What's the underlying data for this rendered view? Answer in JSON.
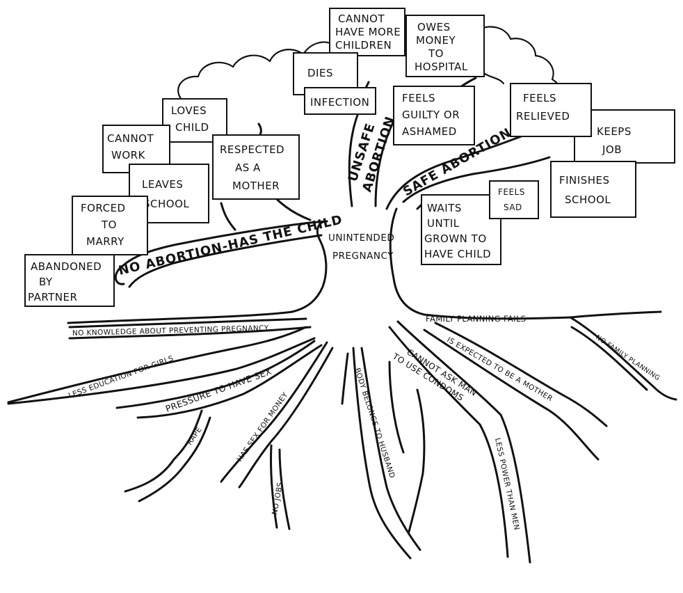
{
  "trunk": {
    "line1": "UNINTENDED",
    "line2": "PREGNANCY"
  },
  "branches": {
    "no_abortion": "NO ABORTION-HAS THE CHILD",
    "unsafe": {
      "line1": "UNSAFE",
      "line2": "ABORTION"
    },
    "safe": "SAFE ABORTION"
  },
  "notes": {
    "cannot_have_children": [
      "CANNOT",
      "HAVE MORE",
      "CHILDREN"
    ],
    "owes_money": [
      "OWES",
      "MONEY",
      "TO",
      "HOSPITAL"
    ],
    "dies": [
      "DIES"
    ],
    "infection": [
      "INFECTION"
    ],
    "feels_guilty": [
      "FEELS",
      "GUILTY OR",
      "ASHAMED"
    ],
    "feels_relieved": [
      "FEELS",
      "RELIEVED"
    ],
    "keeps_job": [
      "KEEPS",
      "JOB"
    ],
    "loves_child": [
      "LOVES",
      "CHILD"
    ],
    "cannot_work": [
      "CANNOT",
      "WORK"
    ],
    "respected": [
      "RESPECTED",
      "AS A",
      "MOTHER"
    ],
    "leaves_school": [
      "LEAVES",
      "SCHOOL"
    ],
    "forced_marry": [
      "FORCED",
      "TO",
      "MARRY"
    ],
    "abandoned": [
      "ABANDONED",
      "BY",
      "PARTNER"
    ],
    "feels_sad": [
      "FEELS",
      "SAD"
    ],
    "finishes_school": [
      "FINISHES",
      "SCHOOL"
    ],
    "waits": [
      "WAITS",
      "UNTIL",
      "GROWN TO",
      "HAVE CHILD"
    ]
  },
  "roots": {
    "no_knowledge": "NO KNOWLEDGE ABOUT PREVENTING PREGNANCY",
    "less_education": "LESS EDUCATION FOR GIRLS",
    "pressure": "PRESSURE TO HAVE SEX",
    "rape": "RAPE",
    "has_sex_money": "HAS SEX FOR MONEY",
    "no_jobs": "NO JOBS",
    "body_belongs": "BODY BELONGS TO HUSBAND",
    "cannot_ask": {
      "line1": "CANNOT ASK MAN",
      "line2": "TO USE CONDOMS"
    },
    "less_power": "LESS POWER THAN MEN",
    "expected_mother": "IS EXPECTED TO BE A MOTHER",
    "family_planning_fails": "FAMILY PLANNING FAILS",
    "no_family_planning": "NO FAMILY PLANNING"
  }
}
